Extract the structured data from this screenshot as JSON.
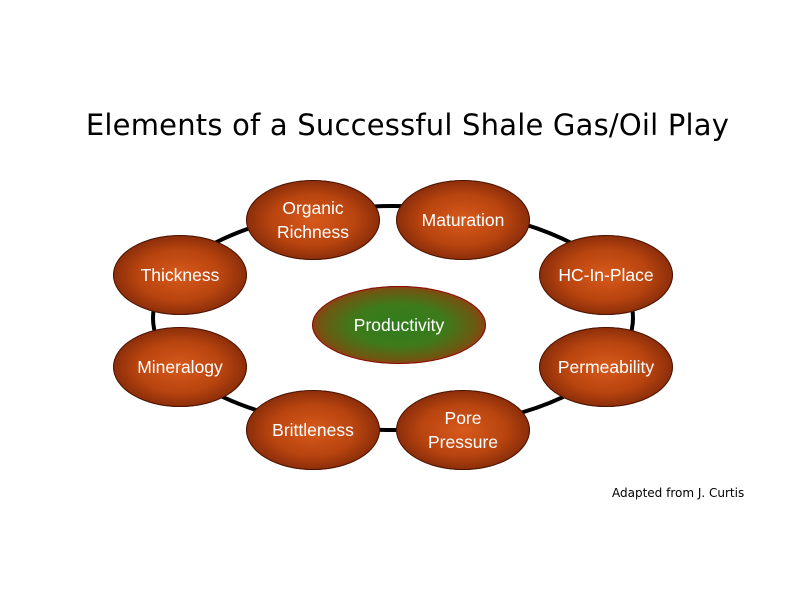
{
  "title": "Elements of a Successful Shale Gas/Oil Play",
  "center": "Productivity",
  "nodes": {
    "organic_richness": "Organic\nRichness",
    "maturation": "Maturation",
    "hc_in_place": "HC-In-Place",
    "permeability": "Permeability",
    "pore_pressure": "Pore\nPressure",
    "brittleness": "Brittleness",
    "mineralogy": "Mineralogy",
    "thickness": "Thickness"
  },
  "credit": "Adapted from J. Curtis",
  "colors": {
    "node_fill": "#b8440f",
    "center_inner": "#2e7d1e",
    "center_outer": "#e8100c",
    "ring": "#000000"
  }
}
